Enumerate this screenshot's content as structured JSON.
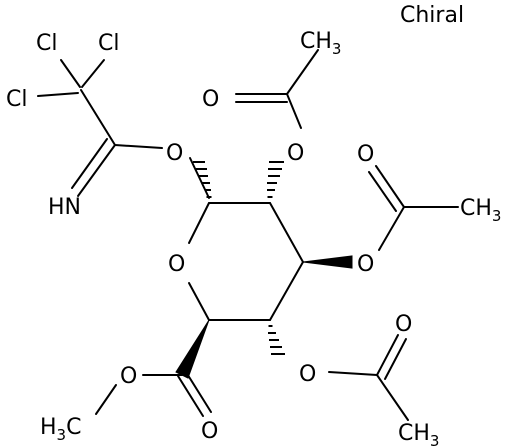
{
  "annotation": "Chiral",
  "atoms": {
    "cl": "Cl",
    "o": "O",
    "nh": "HN",
    "c": "C",
    "h": "H",
    "sub3": "3"
  }
}
